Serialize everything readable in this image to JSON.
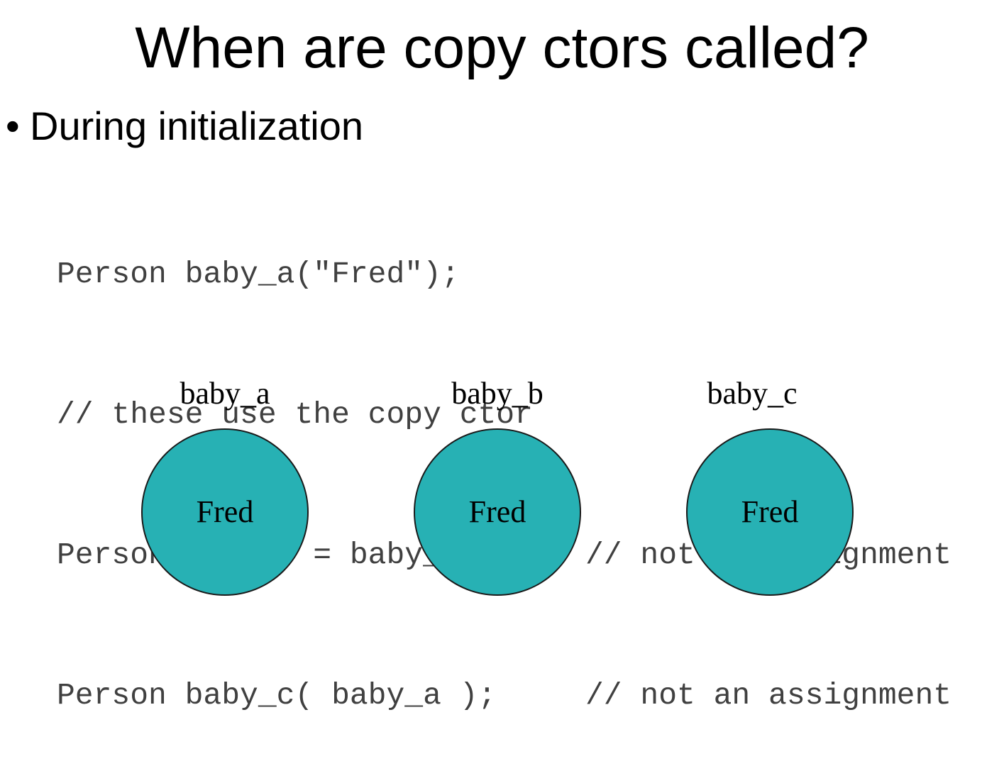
{
  "title": "When are copy ctors called?",
  "bullet": "During initialization",
  "code": {
    "line1": "Person baby_a(\"Fred\");",
    "line2": "// these use the copy ctor",
    "line3_code": "Person baby_b = baby_a;",
    "line3_comment": "// not an assignment",
    "line4_code": "Person baby_c( baby_a );",
    "line4_comment": "// not an assignment"
  },
  "objects": [
    {
      "label": "baby_a",
      "value": "Fred"
    },
    {
      "label": "baby_b",
      "value": "Fred"
    },
    {
      "label": "baby_c",
      "value": "Fred"
    }
  ],
  "colors": {
    "node_fill": "#27b1b4",
    "node_stroke": "#1a1a1a",
    "code_text": "#404040"
  }
}
